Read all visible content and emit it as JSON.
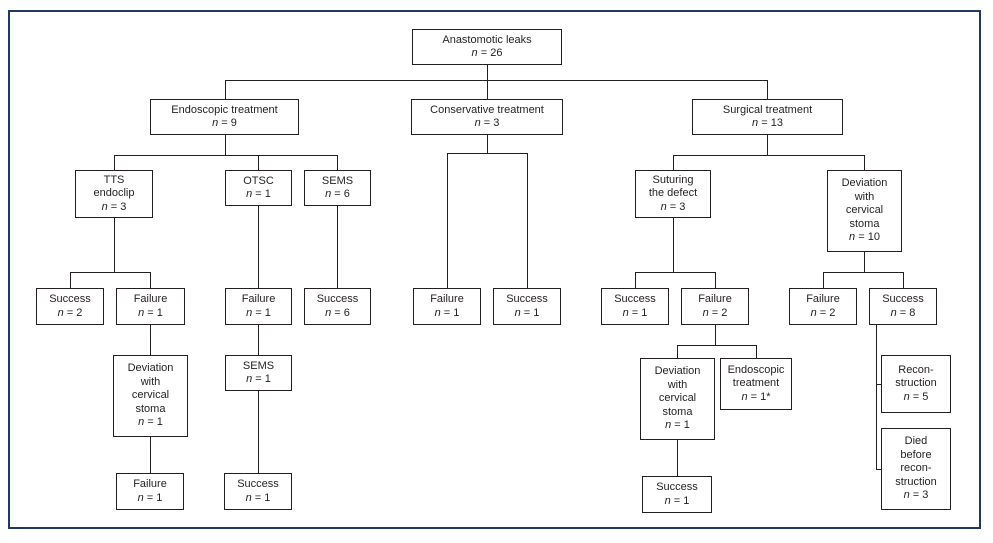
{
  "figure": {
    "type": "flowchart",
    "description": "Treatment outcomes flowchart for anastomotic leaks",
    "background": "#ffffff",
    "outer_border_color": "#1f3864",
    "box_border_color": "#231f20",
    "text_color": "#231f20"
  },
  "nodes": [
    {
      "id": "root",
      "label": "Anastomotic leaks",
      "count": "n = 26",
      "parent": null
    },
    {
      "id": "endo",
      "label": "Endoscopic treatment",
      "count": "n = 9",
      "parent": "root"
    },
    {
      "id": "conserv",
      "label": "Conservative treatment",
      "count": "n = 3",
      "parent": "root"
    },
    {
      "id": "surg",
      "label": "Surgical treatment",
      "count": "n = 13",
      "parent": "root"
    },
    {
      "id": "tts",
      "label": "TTS\nendoclip",
      "count": "n = 3",
      "parent": "endo"
    },
    {
      "id": "otsc",
      "label": "OTSC",
      "count": "n = 1",
      "parent": "endo"
    },
    {
      "id": "sems",
      "label": "SEMS",
      "count": "n = 6",
      "parent": "endo"
    },
    {
      "id": "suturing",
      "label": "Suturing\nthe defect",
      "count": "n = 3",
      "parent": "surg"
    },
    {
      "id": "dev10",
      "label": "Deviation\nwith\ncervical\nstoma",
      "count": "n = 10",
      "parent": "surg"
    },
    {
      "id": "tts-success",
      "label": "Success",
      "count": "n = 2",
      "parent": "tts"
    },
    {
      "id": "tts-failure",
      "label": "Failure",
      "count": "n = 1",
      "parent": "tts"
    },
    {
      "id": "otsc-failure",
      "label": "Failure",
      "count": "n = 1",
      "parent": "otsc"
    },
    {
      "id": "sems-success",
      "label": "Success",
      "count": "n = 6",
      "parent": "sems"
    },
    {
      "id": "conserv-failure",
      "label": "Failure",
      "count": "n = 1",
      "parent": "conserv"
    },
    {
      "id": "conserv-success",
      "label": "Success",
      "count": "n = 1",
      "parent": "conserv"
    },
    {
      "id": "sut-success",
      "label": "Success",
      "count": "n = 1",
      "parent": "suturing"
    },
    {
      "id": "sut-failure",
      "label": "Failure",
      "count": "n = 2",
      "parent": "suturing"
    },
    {
      "id": "dev-failure",
      "label": "Failure",
      "count": "n = 2",
      "parent": "dev10"
    },
    {
      "id": "dev-success",
      "label": "Success",
      "count": "n = 8",
      "parent": "dev10"
    },
    {
      "id": "tts-fail-dev",
      "label": "Deviation\nwith\ncervical\nstoma",
      "count": "n = 1",
      "parent": "tts-failure"
    },
    {
      "id": "otsc-fail-sems",
      "label": "SEMS",
      "count": "n = 1",
      "parent": "otsc-failure"
    },
    {
      "id": "sut-fail-dev",
      "label": "Deviation\nwith\ncervical\nstoma",
      "count": "n = 1",
      "parent": "sut-failure"
    },
    {
      "id": "sut-fail-endo",
      "label": "Endoscopic\ntreatment",
      "count": "n = 1*",
      "parent": "sut-failure"
    },
    {
      "id": "recon",
      "label": "Recon-\nstruction",
      "count": "n = 5",
      "parent": "dev-success"
    },
    {
      "id": "died",
      "label": "Died\nbefore\nrecon-\nstruction",
      "count": "n = 3",
      "parent": "dev-success"
    },
    {
      "id": "tts-fail-dev-failure",
      "label": "Failure",
      "count": "n = 1",
      "parent": "tts-fail-dev"
    },
    {
      "id": "otsc-sems-success",
      "label": "Success",
      "count": "n = 1",
      "parent": "otsc-fail-sems"
    },
    {
      "id": "sut-fail-dev-success",
      "label": "Success",
      "count": "n = 1",
      "parent": "sut-fail-dev"
    }
  ]
}
